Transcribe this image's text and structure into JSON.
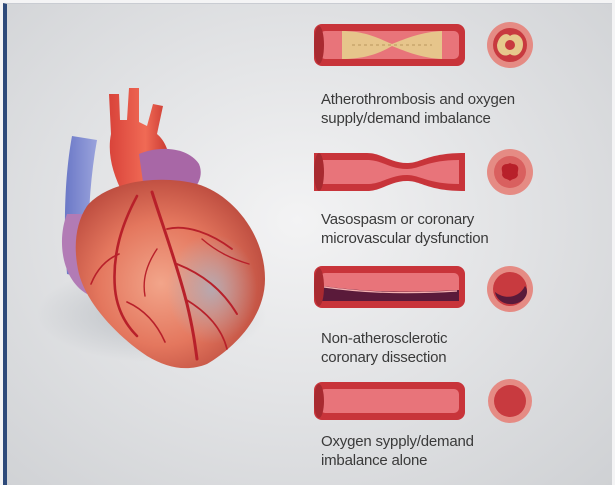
{
  "mechanisms": [
    {
      "line1": "Atherothrombosis and oxygen",
      "line2": "supply/demand imbalance"
    },
    {
      "line1": "Vasospasm or coronary",
      "line2": "microvascular dysfunction"
    },
    {
      "line1": "Non-atherosclerotic",
      "line2": "coronary dissection"
    },
    {
      "line1": "Oxygen sypply/demand",
      "line2": "imbalance alone"
    }
  ],
  "colors": {
    "frame_border": "#2e4a7a",
    "vessel_wall": "#c8343a",
    "vessel_lumen": "#e8747a",
    "plaque": "#e6c98c",
    "dissection": "#5a1a3a",
    "text": "#3a3a3a"
  }
}
